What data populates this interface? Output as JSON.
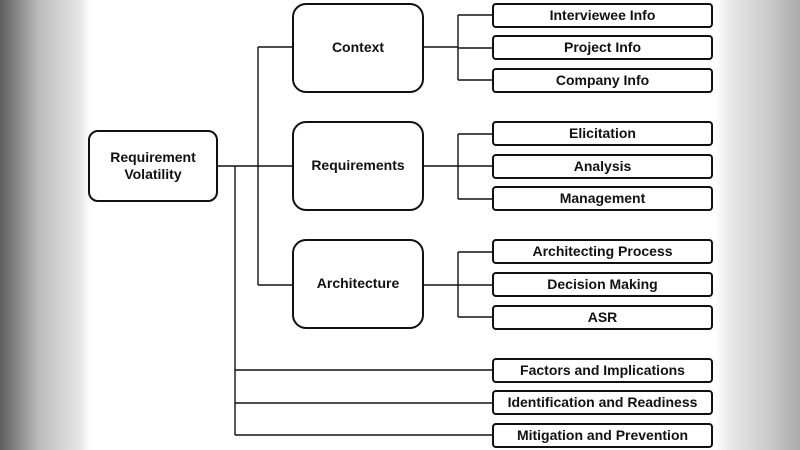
{
  "root": {
    "label": "Requirement\nVolatility"
  },
  "categories": [
    {
      "id": "context",
      "label": "Context",
      "children": [
        "Interviewee Info",
        "Project Info",
        "Company Info"
      ]
    },
    {
      "id": "requirements",
      "label": "Requirements",
      "children": [
        "Elicitation",
        "Analysis",
        "Management"
      ]
    },
    {
      "id": "architecture",
      "label": "Architecture",
      "children": [
        "Architecting Process",
        "Decision Making",
        "ASR"
      ]
    }
  ],
  "direct_children": [
    "Factors and Implications",
    "Identification and Readiness",
    "Mitigation and Prevention"
  ],
  "colors": {
    "stroke": "#111111",
    "fill": "#ffffff"
  }
}
